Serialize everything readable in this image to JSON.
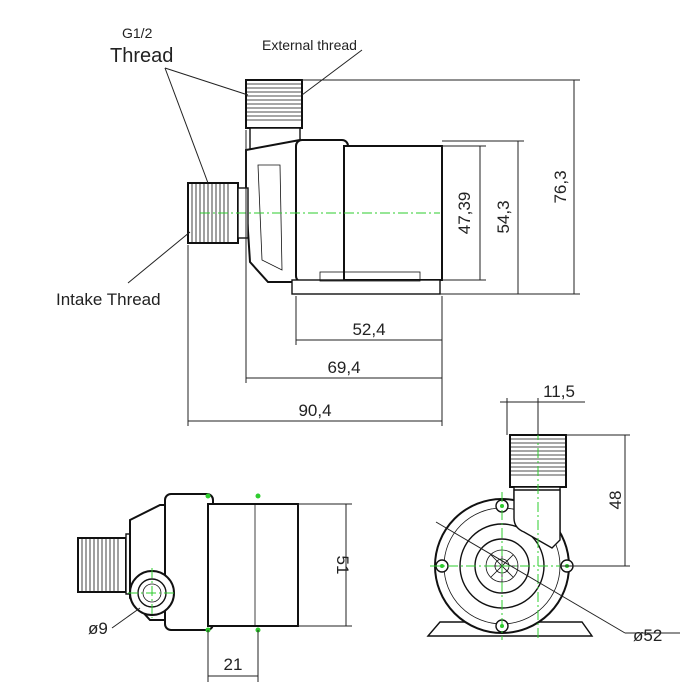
{
  "labels": {
    "thread_spec": "G1/2",
    "thread": "Thread",
    "external_thread": "External thread",
    "intake_thread": "Intake Thread"
  },
  "dimensions": {
    "d_47_39": "47,39",
    "d_54_3": "54,3",
    "d_76_3": "76,3",
    "d_52_4": "52,4",
    "d_69_4": "69,4",
    "d_90_4": "90,4",
    "d_11_5": "11,5",
    "d_48": "48",
    "d_52_dia": "ø52",
    "d_51": "51",
    "d_9_dia": "ø9",
    "d_21": "21"
  },
  "colors": {
    "centerline": "#2ecc2e",
    "line": "#111111"
  }
}
